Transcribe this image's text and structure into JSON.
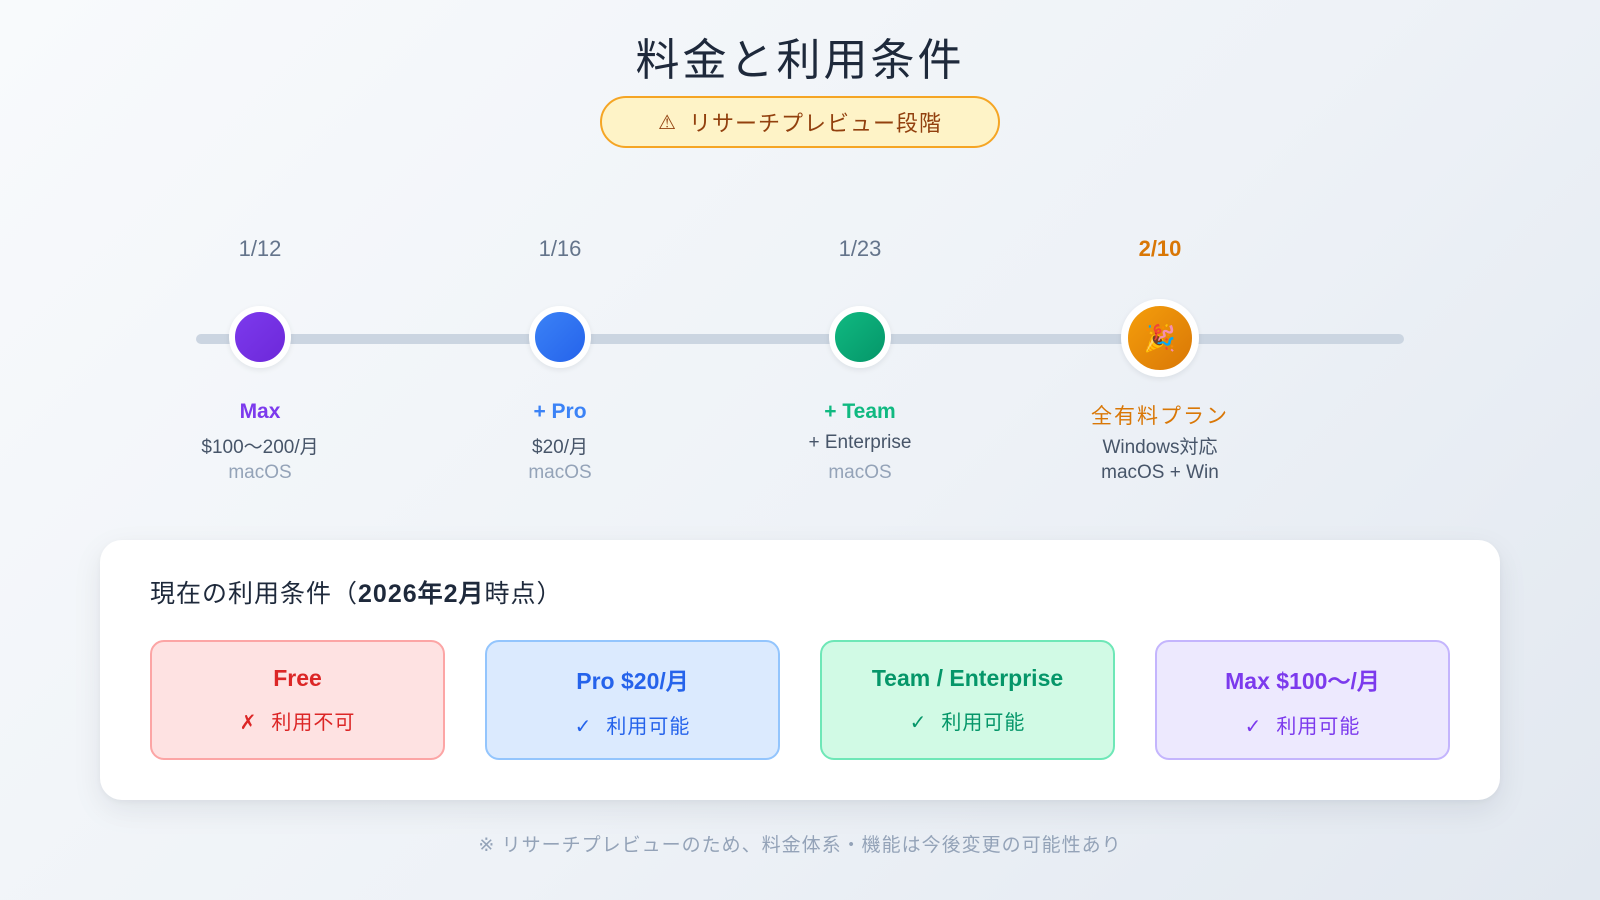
{
  "header": {
    "title": "料金と利用条件",
    "badge": {
      "icon": "warning-icon",
      "icon_glyph": "⚠",
      "label": "リサーチプレビュー段階"
    }
  },
  "timeline": {
    "nodes": [
      {
        "date": "1/12",
        "name": "Max",
        "line1": "$100〜200/月",
        "line2": "macOS",
        "color": "#7c3aed"
      },
      {
        "date": "1/16",
        "name": "+ Pro",
        "line1": "$20/月",
        "line2": "macOS",
        "color": "#3b82f6"
      },
      {
        "date": "1/23",
        "name": "+ Team",
        "line1": "+ Enterprise",
        "line2": "macOS",
        "color": "#10b981"
      },
      {
        "date": "2/10",
        "name": "全有料プラン",
        "line1": "Windows対応",
        "line2": "macOS + Win",
        "color": "#d97706",
        "icon": "party-popper-icon",
        "icon_glyph": "🎉",
        "highlight": true
      }
    ]
  },
  "conditions": {
    "title_prefix": "現在の利用条件（",
    "title_bold": "2026年2月",
    "title_suffix": "時点）",
    "tiles": [
      {
        "name": "Free",
        "mark": "✗",
        "status": "利用不可",
        "text_color": "#dc2626",
        "bg": "#fee2e2",
        "border": "#fca5a5"
      },
      {
        "name": "Pro $20/月",
        "mark": "✓",
        "status": "利用可能",
        "text_color": "#2563eb",
        "bg": "#dbeafe",
        "border": "#93c5fd"
      },
      {
        "name": "Team / Enterprise",
        "mark": "✓",
        "status": "利用可能",
        "text_color": "#059669",
        "bg": "#d1fae5",
        "border": "#6ee7b7"
      },
      {
        "name": "Max $100〜/月",
        "mark": "✓",
        "status": "利用可能",
        "text_color": "#7c3aed",
        "bg": "#ede9fe",
        "border": "#c4b5fd"
      }
    ]
  },
  "footnote": "※ リサーチプレビューのため、料金体系・機能は今後変更の可能性あり"
}
